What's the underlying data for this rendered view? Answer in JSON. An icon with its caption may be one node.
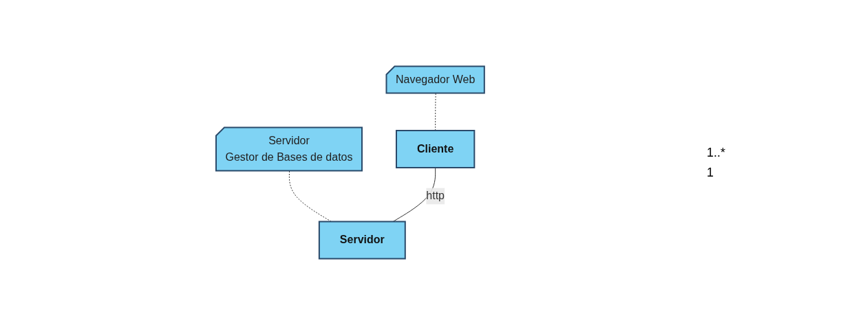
{
  "diagram": {
    "nodes": [
      {
        "text": [
          "Navegador Web"
        ]
      },
      {
        "text": [
          "Servidor",
          "Gestor de Bases de datos"
        ]
      },
      {
        "text": [
          "Cliente"
        ]
      },
      {
        "text": [
          "Servidor"
        ]
      }
    ],
    "edges": [
      {
        "from": 0,
        "to": 2,
        "arrow": "none",
        "style": "dashed"
      },
      {
        "from": 1,
        "to": 3,
        "arrow": "none",
        "style": "dashed"
      },
      {
        "from": 2,
        "to": 3,
        "arrow": "none",
        "label": "http"
      }
    ],
    "labels": [
      "1..*",
      "1"
    ]
  }
}
